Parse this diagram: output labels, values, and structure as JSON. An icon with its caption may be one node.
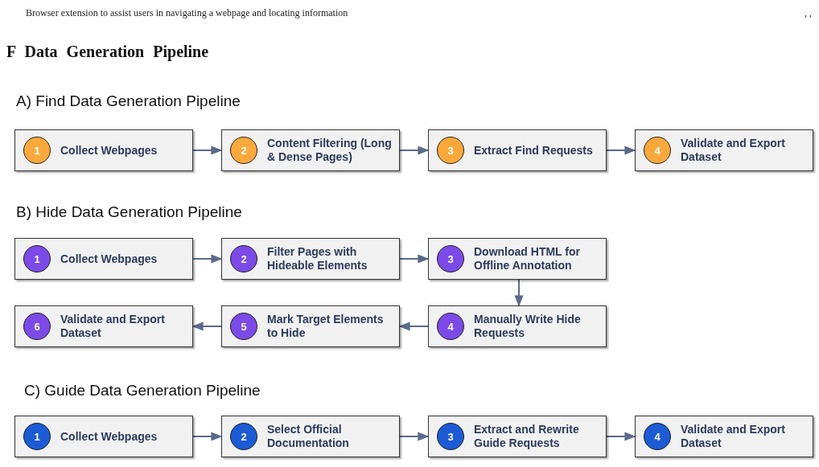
{
  "diagram": {
    "title": "F Data Generation Pipeline",
    "nodes": [
      {
        "text": [
          "1",
          "Collect Webpages"
        ]
      },
      {
        "text": [
          "2",
          "Content Filtering (Long & Dense Pages)"
        ]
      },
      {
        "text": [
          "3",
          "Extract Find Requests"
        ]
      },
      {
        "text": [
          "4",
          "Validate and Export Dataset"
        ]
      },
      {
        "text": [
          "1",
          "Collect Webpages"
        ]
      },
      {
        "text": [
          "2",
          "Filter Pages with Hideable Elements"
        ]
      },
      {
        "text": [
          "3",
          "Download HTML for Offline Annotation"
        ]
      },
      {
        "text": [
          "4",
          "Manually Write Hide Requests"
        ]
      },
      {
        "text": [
          "5",
          "Mark Target Elements to Hide"
        ]
      },
      {
        "text": [
          "6",
          "Validate and Export Dataset"
        ]
      },
      {
        "text": [
          "1",
          "Collect Webpages"
        ]
      },
      {
        "text": [
          "2",
          "Select Official Documentation"
        ]
      },
      {
        "text": [
          "3",
          "Extract and Rewrite Guide Requests"
        ]
      },
      {
        "text": [
          "4",
          "Validate and Export Dataset"
        ]
      }
    ],
    "edges": [
      {
        "from": 0,
        "to": 1,
        "arrow": "to"
      },
      {
        "from": 1,
        "to": 2,
        "arrow": "to"
      },
      {
        "from": 2,
        "to": 3,
        "arrow": "to"
      },
      {
        "from": 4,
        "to": 5,
        "arrow": "to"
      },
      {
        "from": 5,
        "to": 6,
        "arrow": "to"
      },
      {
        "from": 6,
        "to": 7,
        "arrow": "to"
      },
      {
        "from": 7,
        "to": 8,
        "arrow": "to"
      },
      {
        "from": 8,
        "to": 9,
        "arrow": "to"
      },
      {
        "from": 10,
        "to": 11,
        "arrow": "to"
      },
      {
        "from": 11,
        "to": 12,
        "arrow": "to"
      },
      {
        "from": 12,
        "to": 13,
        "arrow": "to"
      }
    ],
    "labels": [
      "Browser extension to assist users in navigating a webpage and locating information",
      ", ,",
      "A) Find Data Generation Pipeline",
      "B) Hide Data Generation Pipeline",
      "C) Guide Data Generation Pipeline"
    ]
  }
}
